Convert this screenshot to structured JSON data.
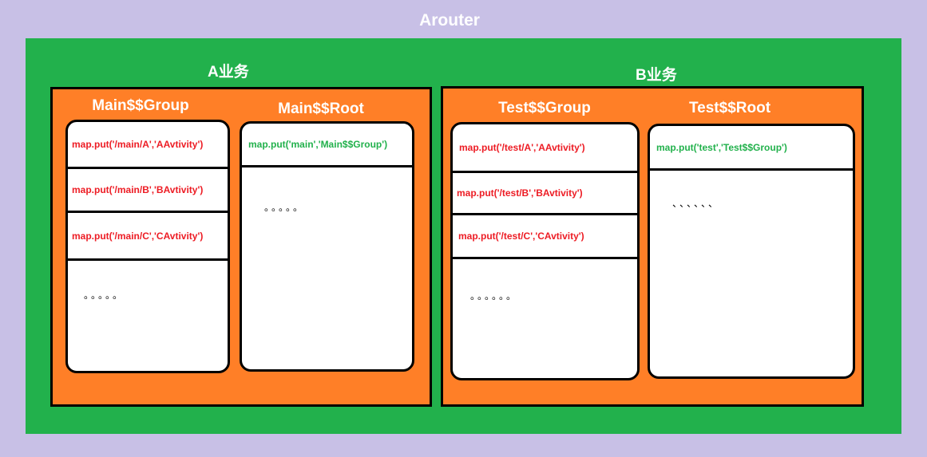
{
  "title": "Arouter",
  "modules": [
    {
      "label": "A业务",
      "group": {
        "title": "Main$$Group",
        "entries": [
          "map.put('/main/A','AAvtivity')",
          "map.put('/main/B','BAvtivity')",
          "map.put('/main/C','CAvtivity')"
        ],
        "ellipsis": "。。。。。"
      },
      "root": {
        "title": "Main$$Root",
        "entries": [
          "map.put('main','Main$$Group')"
        ],
        "ellipsis": "。。。。。"
      }
    },
    {
      "label": "B业务",
      "group": {
        "title": "Test$$Group",
        "entries": [
          "map.put('/test/A','AAvtivity')",
          "map.put('/test/B','BAvtivity')",
          "map.put('/test/C','CAvtivity')"
        ],
        "ellipsis": "。。。。。。"
      },
      "root": {
        "title": "Test$$Root",
        "entries": [
          "map.put('test','Test$$Group')"
        ],
        "ellipsis": "、、、、、、"
      }
    }
  ],
  "colors": {
    "background": "#c8c0e6",
    "container": "#22b14c",
    "module": "#ff7f27",
    "group_entry_text": "#ed1c24",
    "root_entry_text": "#22b14c"
  }
}
